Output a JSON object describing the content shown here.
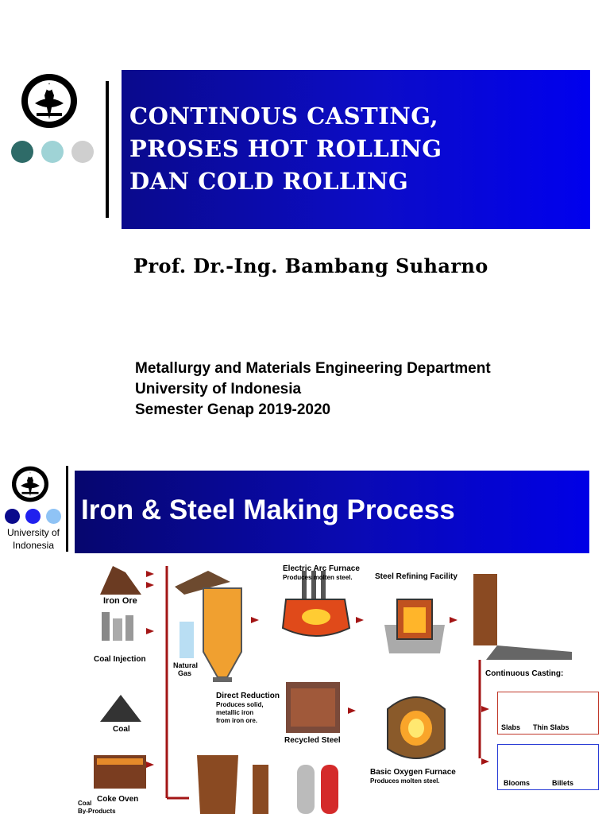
{
  "slide1": {
    "title_lines": [
      "CONTINOUS CASTING,",
      "PROSES HOT ROLLING",
      "DAN COLD ROLLING"
    ],
    "author": "Prof. Dr.-Ing. Bambang Suharno",
    "department_lines": [
      "Metallurgy and Materials Engineering Department",
      "University of Indonesia",
      "Semester Genap 2019-2020"
    ],
    "dot_colors": [
      "#2e6b68",
      "#9fd3d6",
      "#cfcfcf"
    ],
    "title_bg": "#0c0cc8"
  },
  "slide2": {
    "title": "Iron & Steel Making Process",
    "university_label": [
      "University of",
      "Indonesia"
    ],
    "dot_colors": [
      "#0a0a8c",
      "#2020ee",
      "#8fc3f5"
    ],
    "diagram": {
      "labels": {
        "iron_ore": "Iron Ore",
        "coal_injection": "Coal Injection",
        "coal": "Coal",
        "coke_oven": "Coke Oven",
        "coal_byproducts": [
          "Coal",
          "By-Products"
        ],
        "natural_gas": [
          "Natural",
          "Gas"
        ],
        "direct_reduction": "Direct Reduction",
        "direct_reduction_desc": [
          "Produces solid,",
          "metallic iron",
          "from iron ore."
        ],
        "eaf": "Electric Arc Furnace",
        "eaf_desc": "Produces molten steel.",
        "steel_refining": "Steel Refining Facility",
        "recycled_steel": "Recycled Steel",
        "bof": "Basic Oxygen Furnace",
        "bof_desc": "Produces molten steel.",
        "continuous_casting": "Continuous Casting:",
        "slabs": "Slabs",
        "thin_slabs": "Thin Slabs",
        "blooms": "Blooms",
        "billets": "Billets"
      }
    }
  }
}
